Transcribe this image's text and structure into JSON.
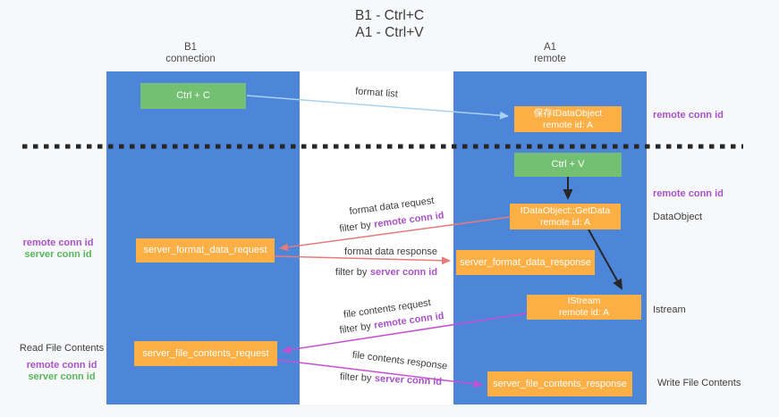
{
  "title": {
    "line1": "B1 - Ctrl+C",
    "line2": "A1 - Ctrl+V"
  },
  "columns": {
    "left": {
      "name": "B1",
      "subtitle": "connection"
    },
    "right": {
      "name": "A1",
      "subtitle": "remote"
    }
  },
  "nodes": {
    "ctrl_c": {
      "label": "Ctrl + C"
    },
    "save_dataobject": {
      "line1": "保存IDataObject",
      "line2": "remote id: A"
    },
    "ctrl_v": {
      "label": "Ctrl + V"
    },
    "getdata": {
      "line1": "IDataObject::GetData",
      "line2": "remote id: A"
    },
    "server_format_data_request": {
      "label": "server_format_data_request"
    },
    "server_format_data_response": {
      "label": "server_format_data_response"
    },
    "istream": {
      "line1": "IStream",
      "line2": "remote id: A"
    },
    "server_file_contents_request": {
      "label": "server_file_contents_request"
    },
    "server_file_contents_response": {
      "label": "server_file_contents_response"
    }
  },
  "edges": {
    "format_list": {
      "text": "format list"
    },
    "format_data_request": {
      "text": "format data request",
      "filter_prefix": "filter by",
      "filter_key": "remote conn id"
    },
    "format_data_response": {
      "text": "format data response",
      "filter_prefix": "filter by",
      "filter_key": "server conn id"
    },
    "file_contents_request": {
      "text": "file contents request",
      "filter_prefix": "filter by",
      "filter_key": "remote conn id"
    },
    "file_contents_response": {
      "text": "file contents response",
      "filter_prefix": "filter by",
      "filter_key": "server conn id"
    }
  },
  "annotations": {
    "right_remote_conn_id_top": "remote conn id",
    "right_remote_conn_id_mid": "remote conn id",
    "right_dataobject": "DataObject",
    "right_istream": "Istream",
    "right_write_file_contents": "Write File Contents",
    "left_mid": {
      "remote": "remote conn id",
      "server": "server conn id"
    },
    "left_bottom": {
      "read": "Read File Contents",
      "remote": "remote conn id",
      "server": "server conn id"
    }
  },
  "colors": {
    "column_blue": "#4d86d8",
    "node_orange": "#fbaf45",
    "node_green": "#74c072",
    "arrow_light_blue": "#a8d2ef",
    "arrow_salmon": "#e57b7b",
    "arrow_magenta": "#c64fd2",
    "arrow_black": "#262626",
    "label_purple": "#a952c8",
    "label_green": "#58b55b"
  }
}
